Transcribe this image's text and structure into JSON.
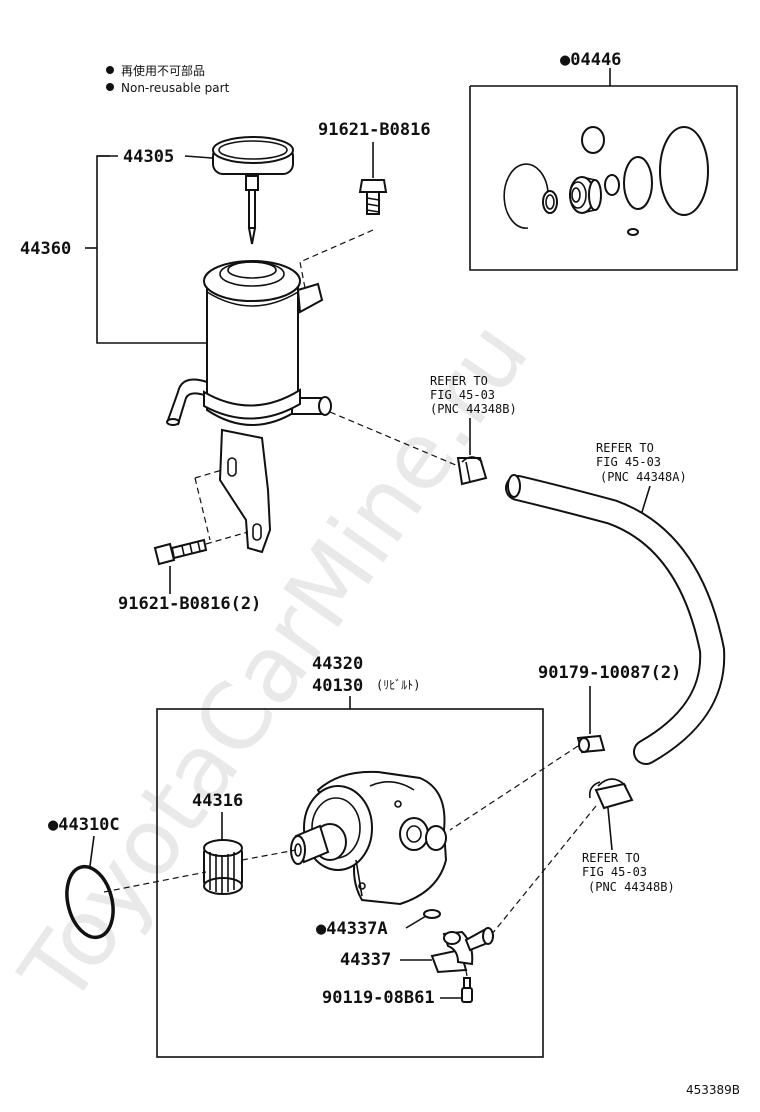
{
  "legend": {
    "line_jp": "再使用不可部品",
    "line_en": "Non-reusable part"
  },
  "labels": {
    "p04446": "●04446",
    "p91621_top": "91621-B0816",
    "p44305": "44305",
    "p44360": "44360",
    "refer_b_1": "REFER TO",
    "refer_b_2": "FIG 45-03",
    "refer_b_3": "(PNC 44348B)",
    "refer_a_1": "REFER TO",
    "refer_a_2": "FIG 45-03",
    "refer_a_3": "(PNC 44348A)",
    "p91621_bottom": "91621-B0816(2)",
    "p44320": "44320",
    "p40130": "40130",
    "p40130_note": "(ﾘﾋﾞﾙﾄ)",
    "p90179": "90179-10087(2)",
    "p44316": "44316",
    "p44310c": "●44310C",
    "refer_c_1": "REFER TO",
    "refer_c_2": "FIG 45-03",
    "refer_c_3": "(PNC 44348B)",
    "p44337a": "●44337A",
    "p44337": "44337",
    "p90119": "90119-08B61",
    "figure_id": "453389B"
  },
  "watermark": "ToyotaCarMine.ru"
}
